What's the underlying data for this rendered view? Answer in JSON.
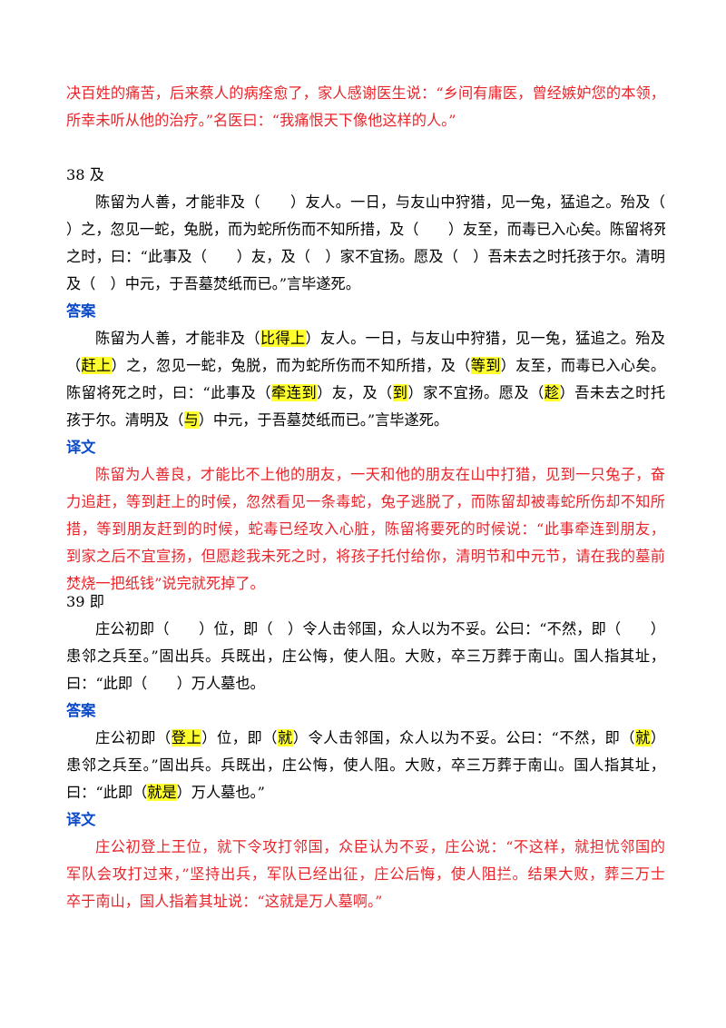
{
  "intro": {
    "lines": [
      "决百姓的痛苦，后来蔡人的病痊愈了，家人感谢医生说：“乡间有庸医，曾经嫉妒您的本领，",
      "所幸未听从他的治疗。”名医曰：“我痛恨天下像他这样的人。”"
    ]
  },
  "section38": {
    "title": "38 及",
    "question": [
      "陈留为人善，才能非及（　　）友人。一日，与友山中狩猎，见一兔，猛追之。殆及（",
      "）之，忽见一蛇，兔脱，而为蛇所伤而不知所措，及（　　）友至，而毒已入心矣。陈留将死",
      "之时，曰：“此事及（　　）友，及（　）家不宜扬。愿及（　）吾未去之时托孩于尔。清明",
      "及（　）中元，于吾墓焚纸而已。”言毕遂死。"
    ],
    "answer_label": "答案",
    "answer": [
      [
        "陈留为人善，才能非及（",
        "比得上",
        "）友人。一日，与友山中狩猎，见一兔，猛追之。殆及"
      ],
      [
        "（",
        "赶上",
        "）之，忽见一蛇，兔脱，而为蛇所伤而不知所措，及（",
        "等到",
        "）友至，而毒已入心矣。"
      ],
      [
        "陈留将死之时，曰：“此事及（",
        "牵连到",
        "）友，及（",
        "到",
        "）家不宜扬。愿及（",
        "趁",
        "）吾未去之时托"
      ],
      [
        "孩于尔。清明及（",
        "与",
        "）中元，于吾墓焚纸而已。”言毕遂死。"
      ]
    ],
    "translation_label": "译文",
    "translation": [
      "陈留为人善良，才能比不上他的朋友，一天和他的朋友在山中打猎，见到一只兔子，奋",
      "力追赶，等到赶上的时候，忽然看见一条毒蛇，兔子逃脱了，而陈留却被毒蛇所伤却不知所",
      "措，等到朋友赶到的时候，蛇毒已经攻入心脏，陈留将要死的时候说：“此事牵连到朋友，",
      "到家之后不宜宣扬，但愿趁我未死之时，将孩子托付给你，清明节和中元节，请在我的墓前",
      "焚烧一把纸钱”说完就死掉了。"
    ]
  },
  "section39": {
    "title": "39 即",
    "question": [
      "庄公初即（　　）位，即（　）令人击邻国，众人以为不妥。公曰：“不然，即（　　）",
      "患邻之兵至。”固出兵。兵既出，庄公悔，使人阻。大败，卒三万葬于南山。国人指其址，",
      "曰：“此即（　　）万人墓也。"
    ],
    "answer_label": "答案",
    "answer": [
      [
        "庄公初即（",
        "登上",
        "）位，即（",
        "就",
        "）令人击邻国，众人以为不妥。公曰：“不然，即（",
        "就",
        "）"
      ],
      [
        "患邻之兵至。”固出兵。兵既出，庄公悔，使人阻。大败，卒三万葬于南山。国人指其址，"
      ],
      [
        "曰：“此即（",
        "就是",
        "）万人墓也。”"
      ]
    ],
    "translation_label": "译文",
    "translation": [
      "庄公初登上王位，就下令攻打邻国，众臣认为不妥，庄公说：“不这样，就担忧邻国的",
      "军队会攻打过来，”坚持出兵，军队已经出征，庄公后悔，使人阻拦。结果大败，葬三万士",
      "卒于南山，国人指着其址说：“这就是万人墓啊。”"
    ]
  },
  "colors": {
    "red_text": "#e8242a",
    "blue_heading": "#0a49c8",
    "highlight": "#ffff2e"
  }
}
